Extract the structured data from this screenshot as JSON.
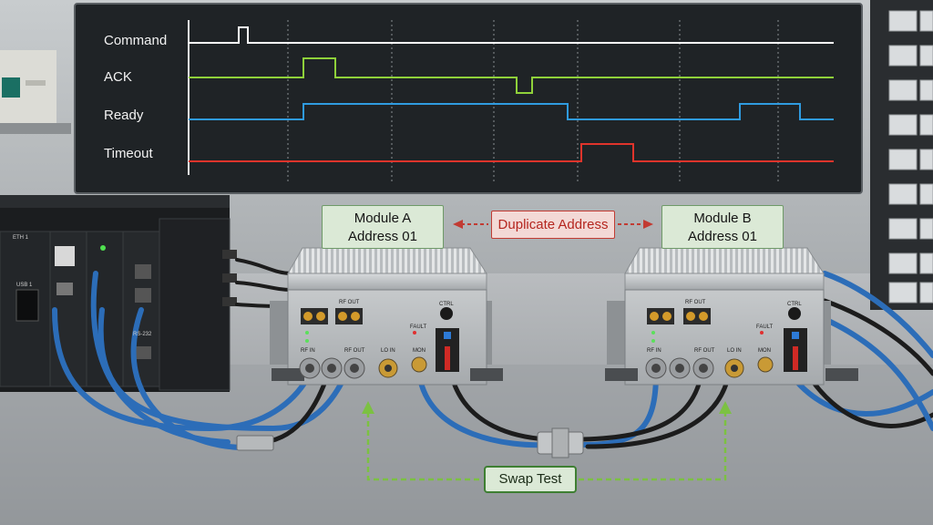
{
  "timing": {
    "signals": [
      {
        "name": "Command",
        "color": "#ffffff"
      },
      {
        "name": "ACK",
        "color": "#8fd13a"
      },
      {
        "name": "Ready",
        "color": "#2f9be0"
      },
      {
        "name": "Timeout",
        "color": "#e0342b"
      }
    ]
  },
  "modules": {
    "a": {
      "name": "Module A",
      "address": "Address 01"
    },
    "b": {
      "name": "Module B",
      "address": "Address 01"
    }
  },
  "conflict_label": "Duplicate Address",
  "swap_label": "Swap Test",
  "colors": {
    "accent_green": "#7cc142",
    "conflict_red": "#c23b33",
    "panel_dark": "#1f2326",
    "cable_blue": "#2c6db8"
  },
  "port_labels": {
    "rf_out": "RF OUT",
    "rf_in": "RF IN",
    "lo_in": "LO IN",
    "mon": "MON",
    "ctrl": "CTRL",
    "fault": "FAULT",
    "eth": "ETH 1",
    "usb": "USB 1",
    "rs232": "RS-232"
  }
}
